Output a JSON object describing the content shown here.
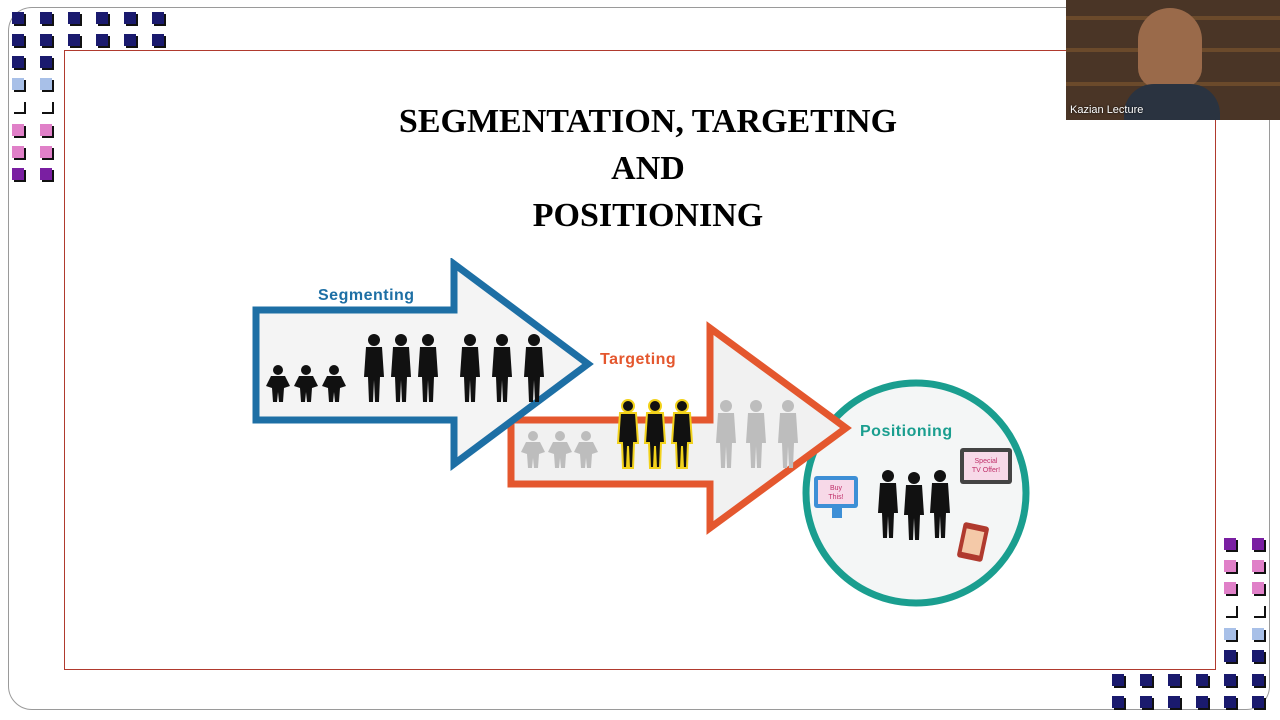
{
  "slide": {
    "title_lines": [
      "SEGMENTATION, TARGETING",
      "AND",
      "POSITIONING"
    ]
  },
  "diagram": {
    "labels": {
      "segmenting": "Segmenting",
      "targeting": "Targeting",
      "positioning": "Positioning"
    },
    "media_texts": {
      "tv": [
        "Special",
        "TV Offer!"
      ],
      "computer": [
        "Buy",
        "This!"
      ]
    },
    "colors": {
      "segmenting": "#1d6fa5",
      "targeting": "#e4572e",
      "positioning": "#1a9e8f",
      "highlight": "#f2d21b"
    }
  },
  "video": {
    "participant_name": "Kazian Lecture"
  },
  "colors": {
    "slide_border": "#b03a2e",
    "deco_dark": "#1a1a6e",
    "deco_purple": "#7a1fa2",
    "deco_pink": "#e080c8",
    "deco_lightblue": "#a8c0e8"
  }
}
